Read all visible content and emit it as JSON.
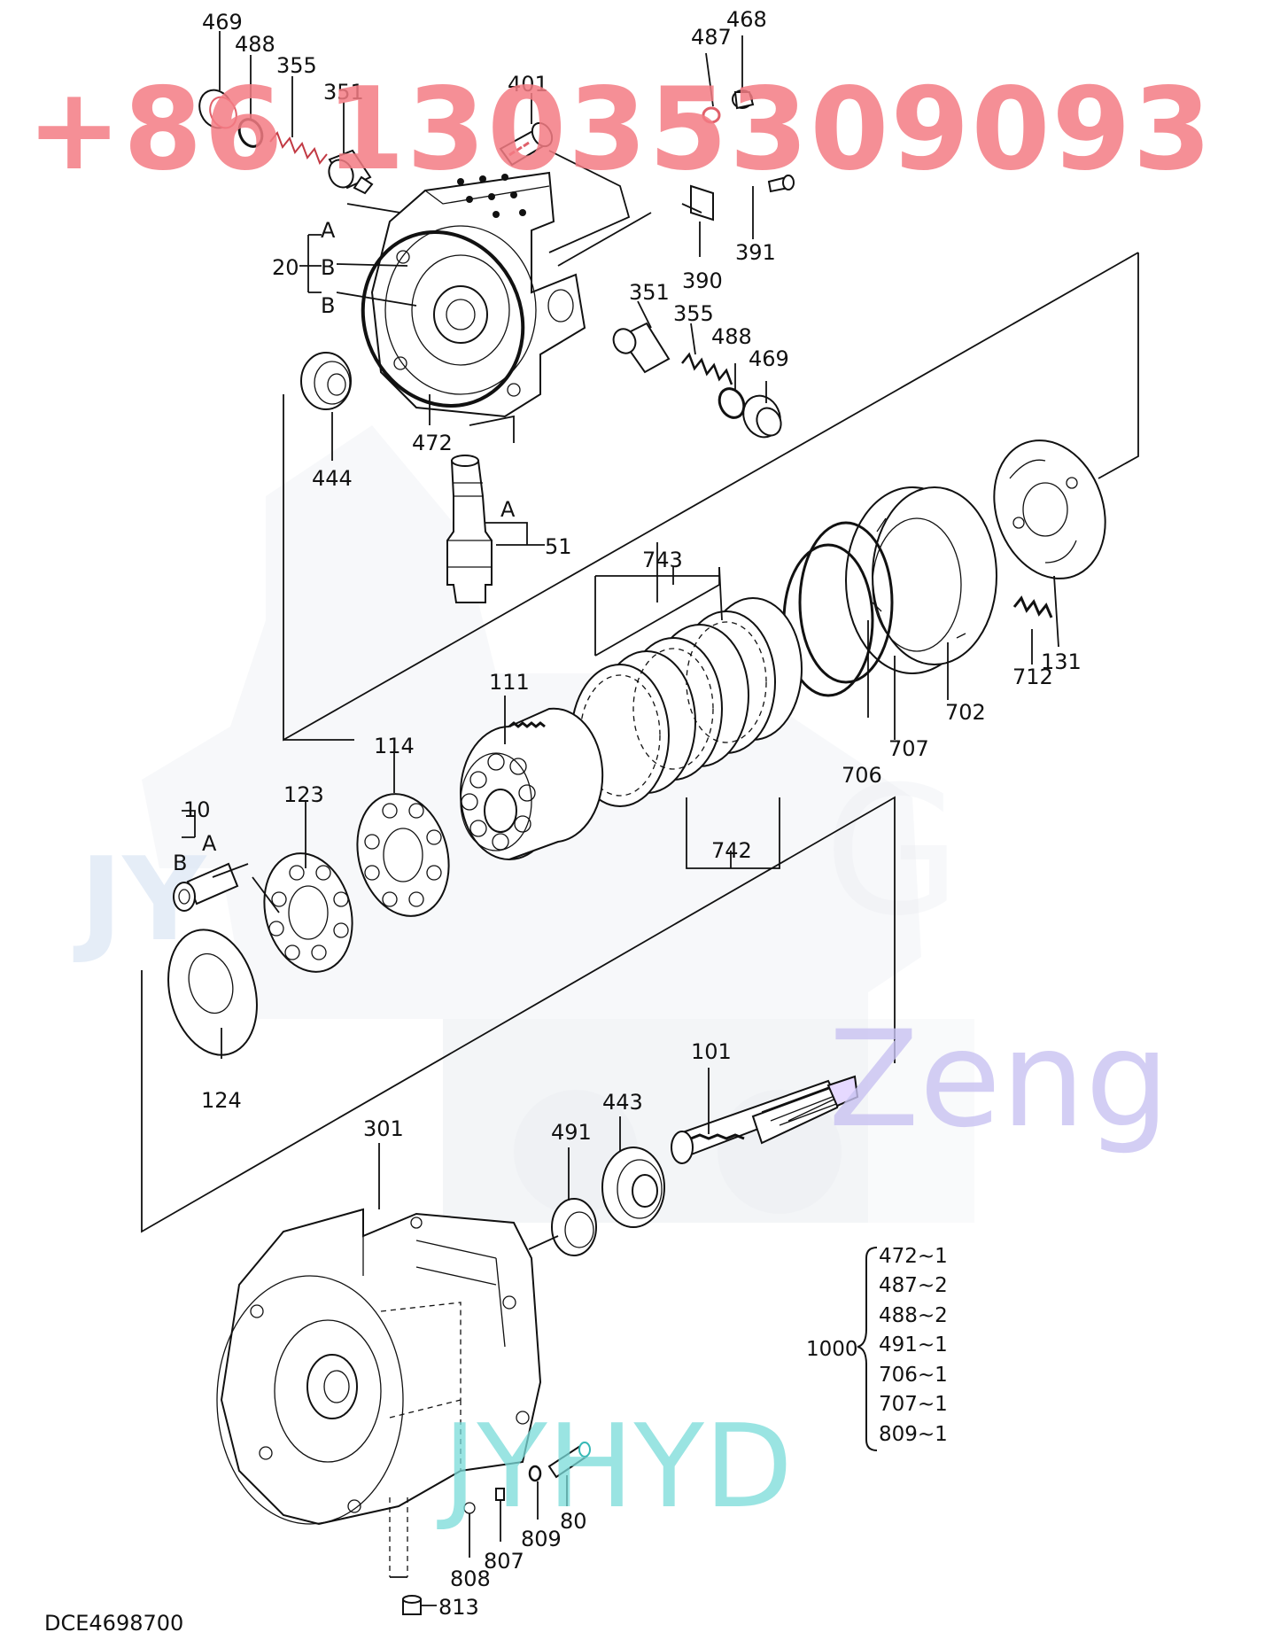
{
  "document_id": "DCE4698700",
  "watermarks": {
    "phone": "+86 13035309093",
    "name": "Zeng",
    "brand": "JYHYD",
    "faint_brand": "JY"
  },
  "part_labels": {
    "p469a": "469",
    "p488a": "488",
    "p355a": "355",
    "p351a": "351",
    "p401": "401",
    "p487": "487",
    "p468": "468",
    "p20": "20",
    "pA1": "A",
    "pB1": "B",
    "pB2": "B",
    "p390": "390",
    "p391": "391",
    "p351b": "351",
    "p355b": "355",
    "p488b": "488",
    "p469b": "469",
    "p472": "472",
    "p444": "444",
    "pA2": "A",
    "p51": "51",
    "p743": "743",
    "p111": "111",
    "p114": "114",
    "p123": "123",
    "p10": "10",
    "pA3": "A",
    "pB3": "B",
    "p712": "712",
    "p131": "131",
    "p702": "702",
    "p707": "707",
    "p706": "706",
    "p742": "742",
    "p124": "124",
    "p101": "101",
    "p301": "301",
    "p491": "491",
    "p443": "443",
    "p809": "809",
    "p80": "80",
    "p807": "807",
    "p808": "808",
    "p813": "813"
  },
  "kit": {
    "label": "1000",
    "items": [
      "472~1",
      "487~2",
      "488~2",
      "491~1",
      "706~1",
      "707~1",
      "809~1"
    ]
  }
}
